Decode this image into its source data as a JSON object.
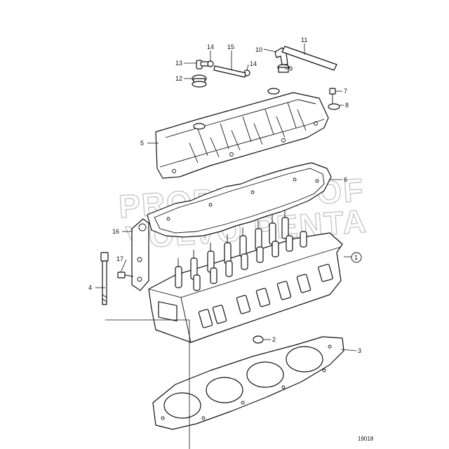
{
  "watermark": {
    "line1": "PROPERTY OF",
    "line2": "VOLVO PENTA"
  },
  "figure_number": "19018",
  "callouts": {
    "c1": "1",
    "c2": "2",
    "c3": "3",
    "c4": "4",
    "c5": "5",
    "c6": "6",
    "c7": "7",
    "c8": "8",
    "c9": "9",
    "c10": "10",
    "c11": "11",
    "c12": "12",
    "c13": "13",
    "c14a": "14",
    "c14b": "14",
    "c15": "15",
    "c16": "16",
    "c17": "17"
  }
}
